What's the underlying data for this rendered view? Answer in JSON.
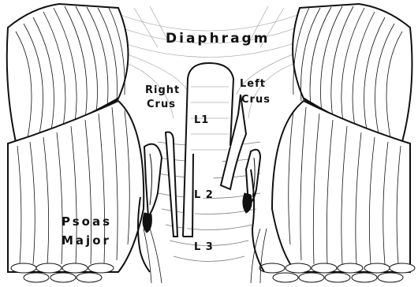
{
  "diagram": {
    "labels": {
      "diaphragm": "Diaphragm",
      "right_crus_1": "Right",
      "right_crus_2": "Crus",
      "left_crus_1": "Left",
      "left_crus_2": "Crus",
      "l1": "L1",
      "l2": "L 2",
      "l3": "L 3",
      "psoas_1": "Psoas",
      "psoas_2": "Major"
    },
    "colors": {
      "line": "#111111",
      "fill": "#ffffff"
    }
  }
}
